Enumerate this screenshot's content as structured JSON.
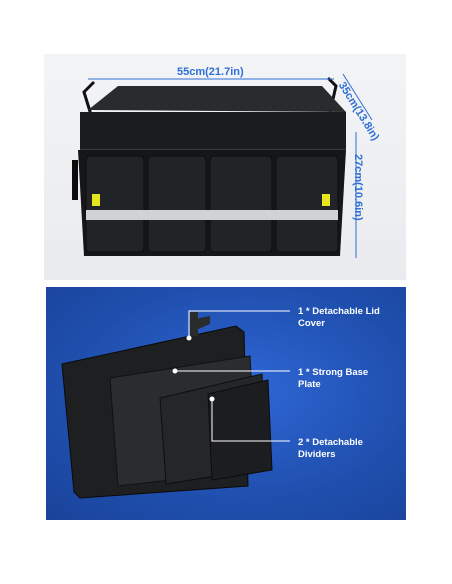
{
  "dimensions": {
    "width": "55cm(21.7in)",
    "depth": "35cm(13.8in)",
    "height": "27cm(10.6in)"
  },
  "callouts": [
    {
      "line1": "1 * Detachable Lid",
      "line2": "Cover"
    },
    {
      "line1": "1 * Strong Base",
      "line2": "Plate"
    },
    {
      "line1": "2 * Detachable",
      "line2": "Dividers"
    }
  ],
  "colors": {
    "dimension_accent": "#2f6fd6",
    "panel_blue": "#1f4fae",
    "reflective_strip": "#cfd3d6",
    "yellow_tag": "#e6e61e"
  }
}
